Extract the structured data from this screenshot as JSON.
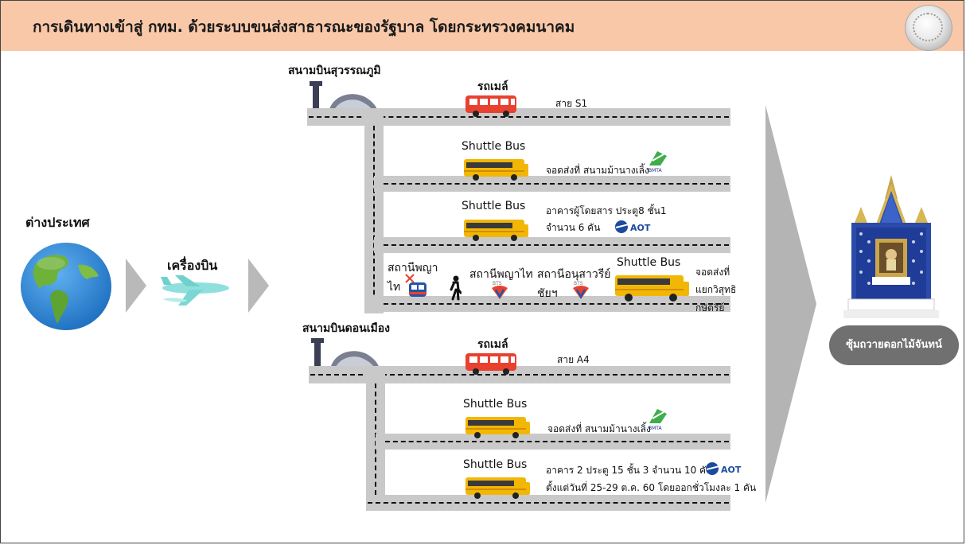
{
  "header": {
    "title": "การเดินทางเข้าสู่ กทม. ด้วยระบบขนส่งสาธารณะของรัฐบาล โดยกระทรวงคมนาคม"
  },
  "origin": {
    "label": "ต่างประเทศ"
  },
  "plane": {
    "label": "เครื่องบิน"
  },
  "suvarnabhumi": {
    "title": "สนามบินสุวรรณภูมิ",
    "bmta_bus": {
      "label": "รถเมล์",
      "route": "สาย S1"
    },
    "shuttle1": {
      "label": "Shuttle Bus",
      "info": "จอดส่งที่ สนามม้านางเลิ้ง",
      "logo": "BMTA"
    },
    "shuttle2": {
      "label": "Shuttle Bus",
      "info_line1": "อาคารผู้โดยสาร ประตู8 ชั้น1",
      "info_line2": "จำนวน 6 คัน",
      "logo": "AOT"
    },
    "rail": {
      "station1_line1": "สถานีพญา",
      "station1_line2": "ไท",
      "station2": "สถานีพญาไท",
      "station3_line1": "สถานีอนุสาวรีย์",
      "station3_line2": "ชัยฯ",
      "shuttle_label": "Shuttle Bus",
      "drop_line1": "จอดส่งที่",
      "drop_line2": "แยกวิสุทธิ",
      "drop_line3": "กษัตริย์"
    }
  },
  "donmueang": {
    "title": "สนามบินดอนเมือง",
    "bmta_bus": {
      "label": "รถเมล์",
      "route": "สาย A4"
    },
    "shuttle1": {
      "label": "Shuttle Bus",
      "info": "จอดส่งที่ สนามม้านางเลิ้ง",
      "logo": "BMTA"
    },
    "shuttle2": {
      "label": "Shuttle Bus",
      "info_line1": "อาคาร 2 ประตู 15 ชั้น 3 จำนวน 10 คัน",
      "info_line2": "ตั้งแต่วันที่ 25-29 ต.ค. 60 โดยออกชั่วโมงละ 1 คัน",
      "logo": "AOT"
    }
  },
  "destination": {
    "label": "ซุ้มถวายดอกไม้จันทน์"
  },
  "colors": {
    "header_bg": "#f9c8a8",
    "road": "#c9c9c9",
    "chevron": "#b9b9b9",
    "red_bus": "#e8412f",
    "yellow_bus": "#f2b705",
    "globe_ocean": "#2f86d6",
    "globe_land": "#6fb23a"
  },
  "icons": [
    "globe-icon",
    "airplane-icon",
    "airport-terminal-icon",
    "red-bus-icon",
    "yellow-bus-icon",
    "bmta-logo-icon",
    "aot-logo-icon",
    "airport-rail-link-icon",
    "walking-person-icon",
    "bts-logo-icon",
    "royal-pavilion-icon",
    "emblem-icon"
  ]
}
